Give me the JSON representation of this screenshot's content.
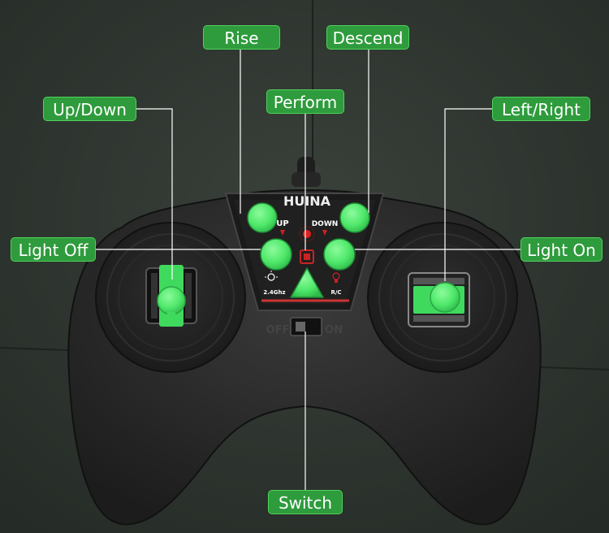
{
  "labels": {
    "rise": "Rise",
    "descend": "Descend",
    "perform": "Perform",
    "up_down": "Up/Down",
    "left_right": "Left/Right",
    "light_off": "Light Off",
    "light_on": "Light On",
    "switch": "Switch"
  },
  "controller": {
    "brand": "HUINA",
    "up_text": "UP",
    "down_text": "DOWN",
    "frequency": "2.4Ghz",
    "rc_text": "R/C",
    "off_text": "OFF",
    "on_text": "ON"
  },
  "colors": {
    "label_green": "#2e9b3c",
    "button_green": "#4ee86a",
    "background": "#2b322d",
    "controller_body": "#2a2a2a"
  }
}
